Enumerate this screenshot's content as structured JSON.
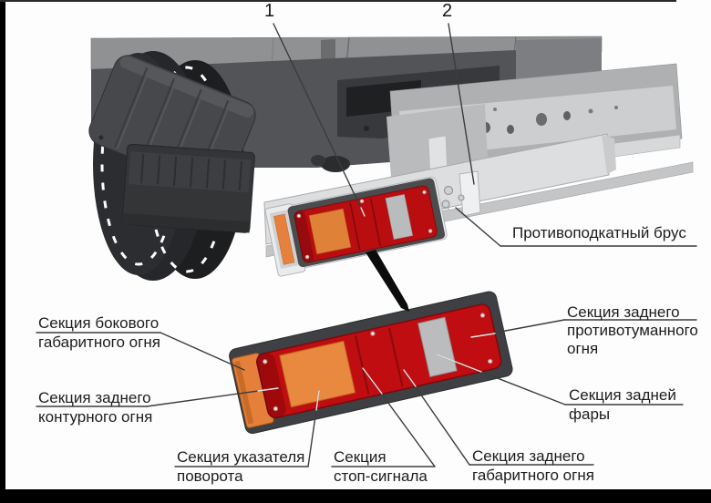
{
  "diagram": {
    "title_context": "rear lamp sections diagram",
    "callouts": {
      "one": "1",
      "two": "2"
    },
    "labels": {
      "underride_bar": "Противоподкатный брус",
      "side_marker": [
        "Секция бокового",
        "габаритного огня"
      ],
      "rear_contour": [
        "Секция заднего",
        "контурного огня"
      ],
      "turn_signal": [
        "Секция указателя",
        "поворота"
      ],
      "stop_signal": [
        "Секция",
        "стоп-сигнала"
      ],
      "rear_marker": [
        "Секция заднего",
        "габаритного огня"
      ],
      "rear_fog": [
        "Секция заднего",
        "противотуманного",
        "огня"
      ],
      "rear_headlamp": [
        "Секция задней",
        "фары"
      ]
    },
    "colors": {
      "lamp_red": "#bf0d11",
      "lamp_orange": "#e8893f",
      "reverse_gray": "#babcbe",
      "housing_dark": "#3e4043",
      "chassis_gray": "#dcdedf",
      "leader_line": "#3c3c3c"
    }
  }
}
